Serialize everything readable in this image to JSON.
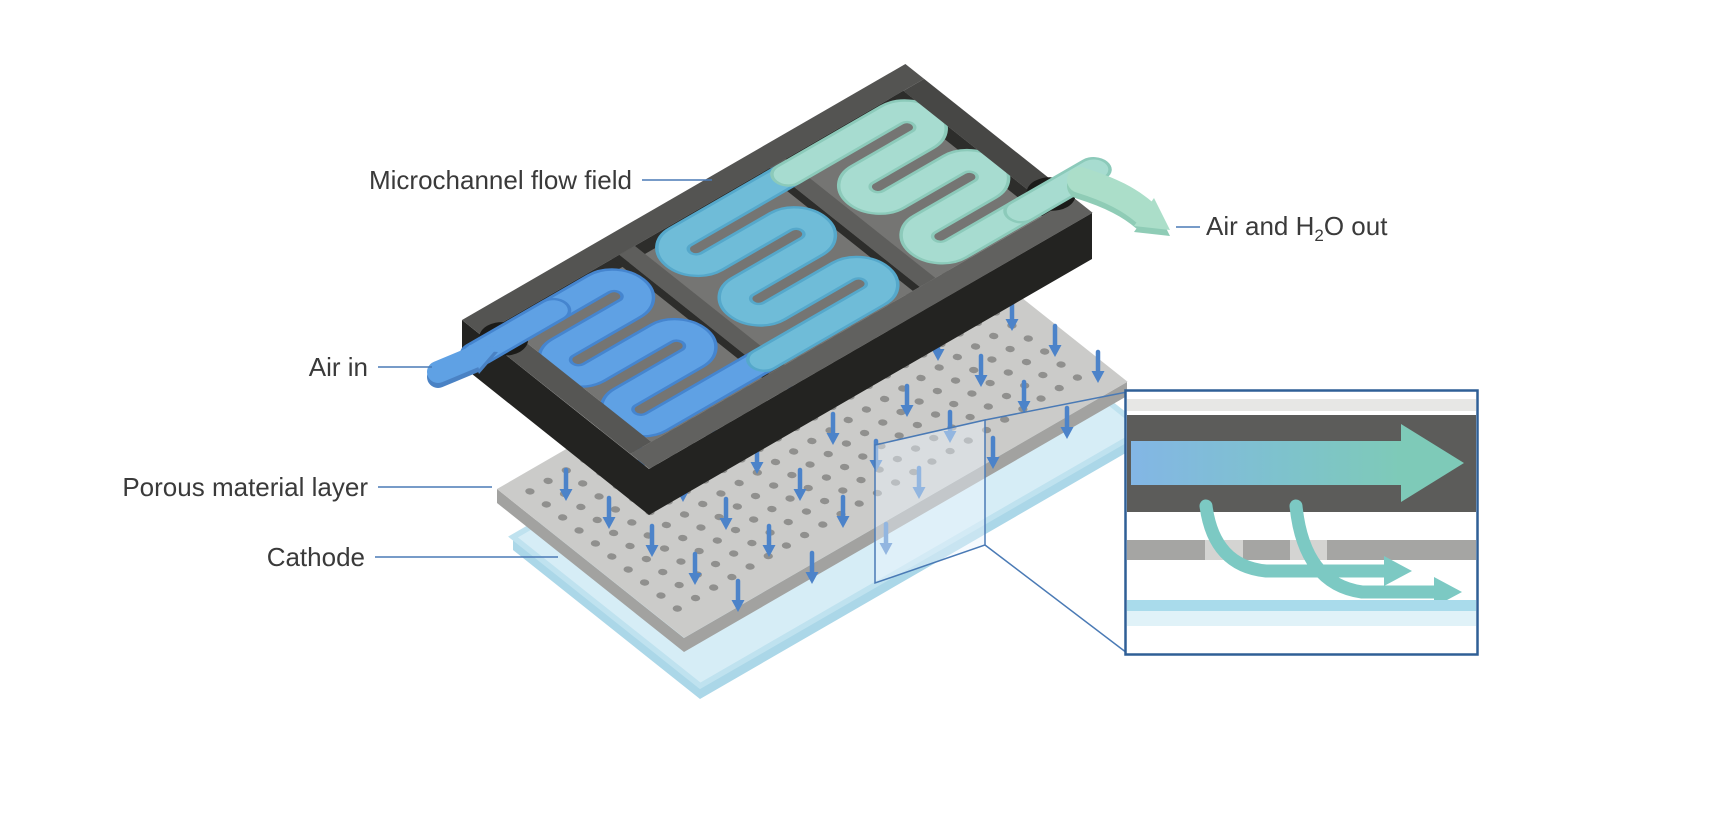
{
  "labels": {
    "microchannel_flow_field": "Microchannel flow field",
    "air_in": "Air in",
    "air_and_h2o_out": {
      "prefix": "Air and H",
      "subscript": "2",
      "suffix": "O out"
    },
    "porous_material_layer": "Porous material layer",
    "cathode": "Cathode"
  },
  "colors": {
    "background": "#ffffff",
    "label_text": "#3a3a3a",
    "leader_line": "#4a7ab5",
    "frame_wall_top": "#575755",
    "frame_side": "#232321",
    "channel_inlet_blue": "#5fa1e4",
    "channel_mid_teal": "#6fbcd8",
    "channel_outlet_mint": "#a7dcd0",
    "outlet_arrow": "#abdec9",
    "inlet_arrow": "#5fa1e4",
    "porous_layer_top": "#cbcbc9",
    "porous_dot": "#90908e",
    "cathode_layer": "#d6edf6",
    "flow_arrow_blue": "#4c83c9",
    "inset_border": "#2f5f96",
    "inset_channel_gray": "#5c5c5a",
    "inset_flow_teal": "#7cc9c3"
  }
}
